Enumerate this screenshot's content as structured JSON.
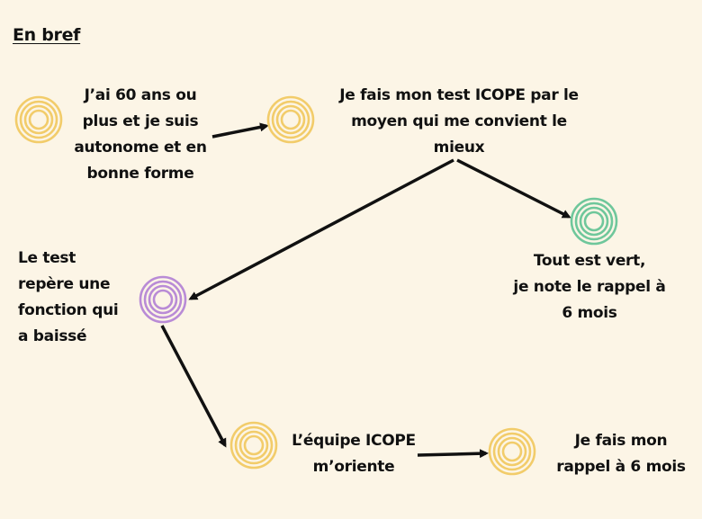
{
  "title": "En bref",
  "colors": {
    "background": "#fcf5e6",
    "yellow": "#f2cc6a",
    "green": "#6fc79b",
    "purple": "#b98bd6",
    "arrow": "#111111"
  },
  "nodes": [
    {
      "id": "start",
      "color": "yellow",
      "lines": [
        "J’ai 60 ans ou",
        "plus et je suis",
        "autonome et en",
        "bonne forme"
      ]
    },
    {
      "id": "test",
      "color": "yellow",
      "lines": [
        "Je fais mon test ICOPE par le",
        "moyen qui me convient le",
        "mieux"
      ]
    },
    {
      "id": "green-result",
      "color": "green",
      "lines": [
        "Tout est vert,",
        "je note le rappel à",
        "6 mois"
      ]
    },
    {
      "id": "declined",
      "color": "purple",
      "lines": [
        "Le test",
        "repère une",
        "fonction qui",
        "a baissé"
      ]
    },
    {
      "id": "team",
      "color": "yellow",
      "lines": [
        "L’équipe ICOPE",
        "m’oriente"
      ]
    },
    {
      "id": "reminder",
      "color": "yellow",
      "lines": [
        "Je fais mon",
        "rappel à 6 mois"
      ]
    }
  ],
  "edges": [
    {
      "from": "start",
      "to": "test"
    },
    {
      "from": "test",
      "to": "green-result"
    },
    {
      "from": "test",
      "to": "declined"
    },
    {
      "from": "declined",
      "to": "team"
    },
    {
      "from": "team",
      "to": "reminder"
    }
  ]
}
